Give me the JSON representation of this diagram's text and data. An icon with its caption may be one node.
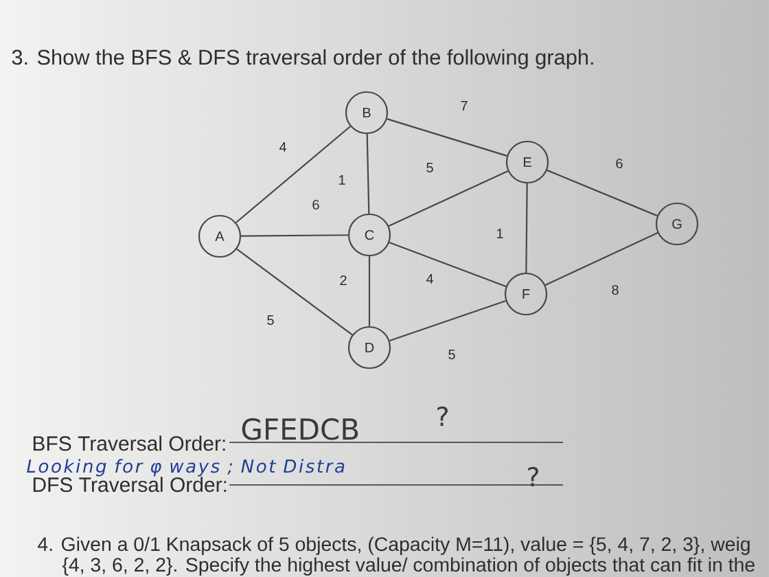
{
  "diagram": {
    "title": "3. Show the BFS & DFS traversal order of the following graph.",
    "nodes": [
      {
        "text": [
          "A"
        ]
      },
      {
        "text": [
          "B"
        ]
      },
      {
        "text": [
          "C"
        ]
      },
      {
        "text": [
          "D"
        ]
      },
      {
        "text": [
          "E"
        ]
      },
      {
        "text": [
          "F"
        ]
      },
      {
        "text": [
          "G"
        ]
      }
    ],
    "edges": [
      {
        "from": 0,
        "to": 1,
        "arrow": "none",
        "label": "4"
      },
      {
        "from": 0,
        "to": 2,
        "arrow": "none",
        "label": "6"
      },
      {
        "from": 1,
        "to": 2,
        "arrow": "none",
        "label": "1"
      },
      {
        "from": 0,
        "to": 3,
        "arrow": "none",
        "label": "5"
      },
      {
        "from": 2,
        "to": 3,
        "arrow": "none",
        "label": "2"
      },
      {
        "from": 1,
        "to": 4,
        "arrow": "none",
        "label": "7"
      },
      {
        "from": 2,
        "to": 4,
        "arrow": "none",
        "label": "5"
      },
      {
        "from": 2,
        "to": 5,
        "arrow": "none",
        "label": "4"
      },
      {
        "from": 3,
        "to": 5,
        "arrow": "none",
        "label": "5"
      },
      {
        "from": 4,
        "to": 5,
        "arrow": "none",
        "label": "1"
      },
      {
        "from": 4,
        "to": 6,
        "arrow": "none",
        "label": "6"
      },
      {
        "from": 5,
        "to": 6,
        "arrow": "none",
        "label": "8"
      }
    ],
    "labels": [
      "BFS Traversal Order:",
      "GFEDCB",
      "?",
      "Looking for φ ways ; Not Distra",
      "DFS Traversal Order:",
      "?",
      "4. Given a 0/1 Knapsack of 5 objects, (Capacity M=11), value = {5, 4, 7, 2, 3}, weig",
      "{4, 3, 6, 2, 2}. Specify the highest value/ combination of objects that can fit in the"
    ]
  }
}
